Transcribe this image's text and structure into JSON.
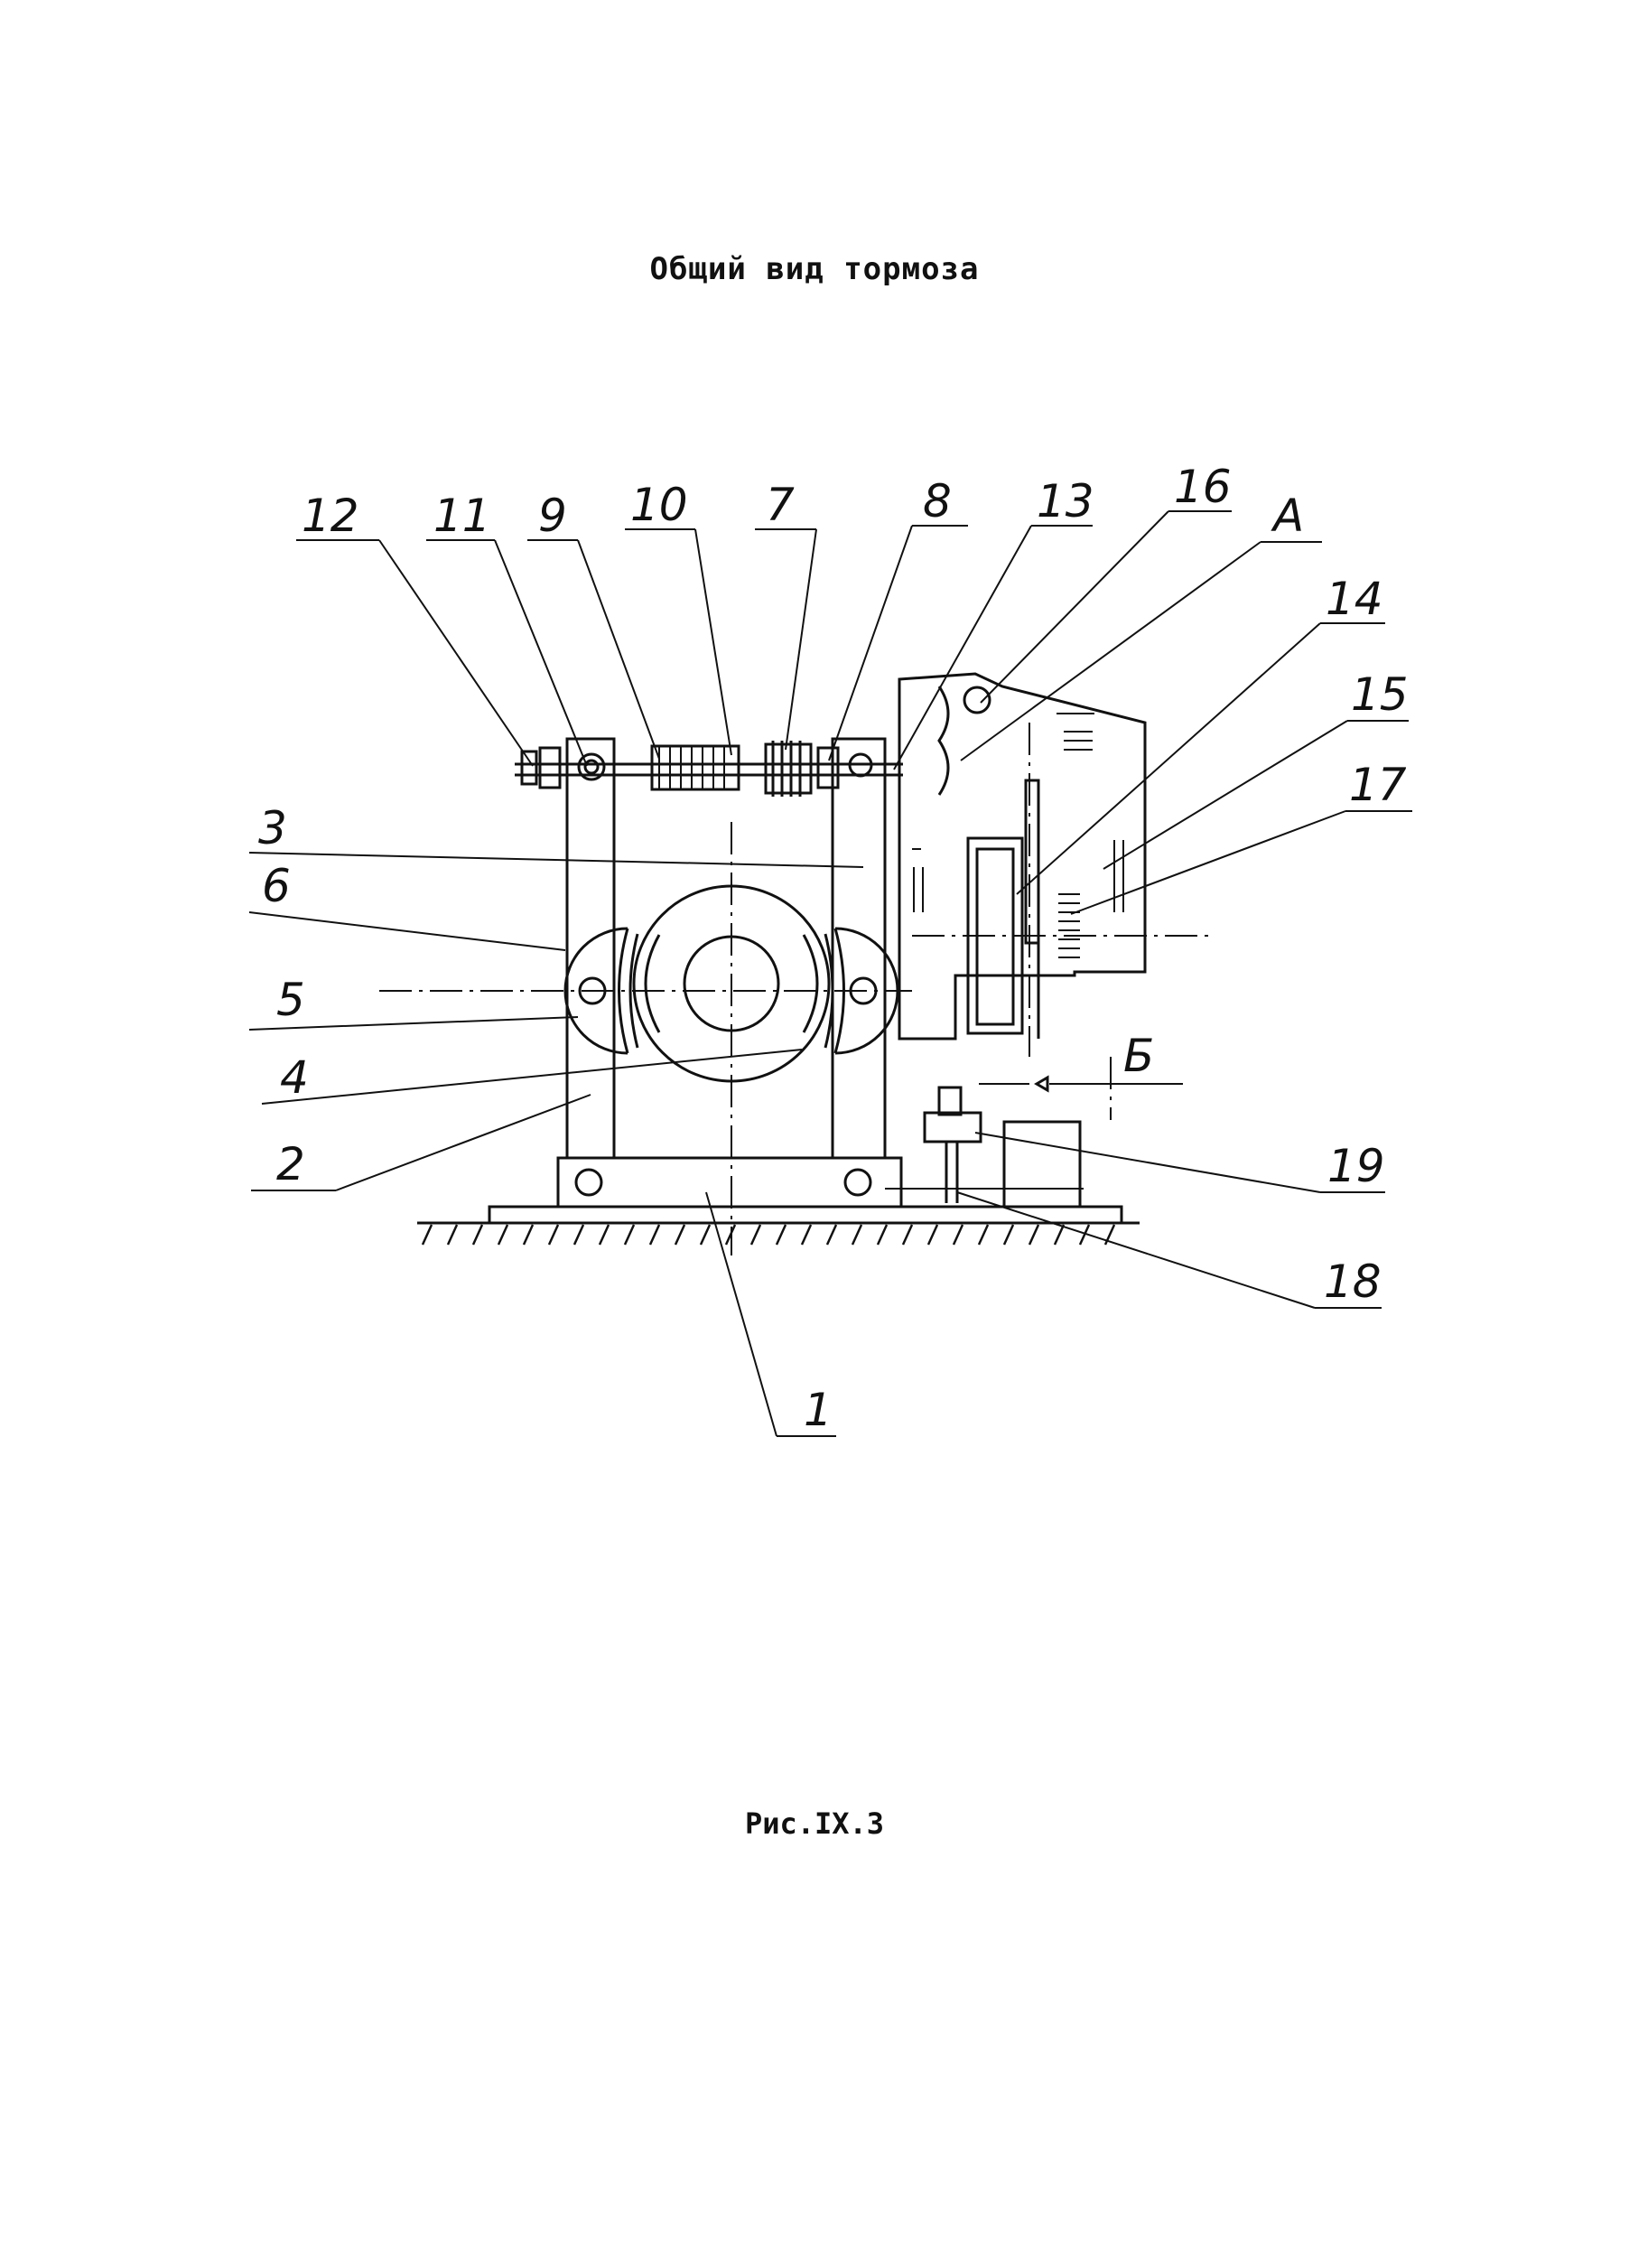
{
  "title": "Общий вид тормоза",
  "caption": "Рис.IX.3",
  "labels": {
    "l1": "1",
    "l2": "2",
    "l3": "3",
    "l4": "4",
    "l5": "5",
    "l6": "6",
    "l7": "7",
    "l8": "8",
    "l9": "9",
    "l10": "10",
    "l11": "11",
    "l12": "12",
    "l13": "13",
    "l14": "14",
    "l15": "15",
    "l16": "16",
    "l17": "17",
    "l18": "18",
    "l19": "19",
    "lA": "А",
    "lB": "Б"
  }
}
